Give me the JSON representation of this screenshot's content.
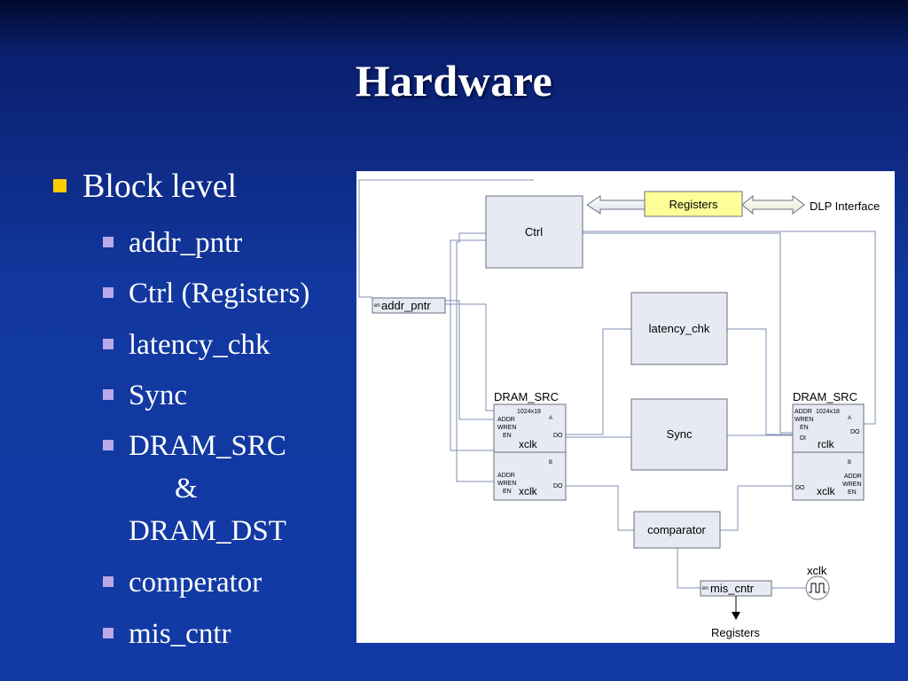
{
  "slide": {
    "title": "Hardware",
    "bullets": {
      "level1": "Block level",
      "items": [
        "addr_pntr",
        "Ctrl (Registers)",
        "latency_chk",
        "Sync",
        "DRAM_SRC",
        "&",
        "DRAM_DST",
        "comperator",
        "mis_cntr"
      ]
    }
  },
  "diagram": {
    "registers_top": "Registers",
    "dlp_interface": "DLP Interface",
    "ctrl": "Ctrl",
    "addr_pntr": "addr_pntr",
    "addr_pntr_en": "en",
    "latency_chk": "latency_chk",
    "sync": "Sync",
    "comparator": "comparator",
    "mis_cntr": "mis_cntr",
    "mis_cntr_en": "en",
    "registers_bottom": "Registers",
    "xclk_source": "xclk",
    "dram_left": {
      "title": "DRAM_SRC",
      "size": "1024x18",
      "port_a": "A",
      "port_b": "B",
      "addr": "ADDR",
      "wren": "WREN",
      "en": "EN",
      "do_a": "DO",
      "do_b": "DO",
      "clk_a": "xclk",
      "clk_b": "xclk"
    },
    "dram_right": {
      "title": "DRAM_SRC",
      "addr": "ADDR",
      "size": "1024x18",
      "wren": "WREN",
      "en": "EN",
      "di": "DI",
      "port_a": "A",
      "port_b": "B",
      "do_a": "DO",
      "do_b": "DO",
      "clk_a": "rclk",
      "clk_b": "xclk",
      "addr_b": "ADDR",
      "wren_b": "WREN",
      "en_b": "EN"
    }
  }
}
